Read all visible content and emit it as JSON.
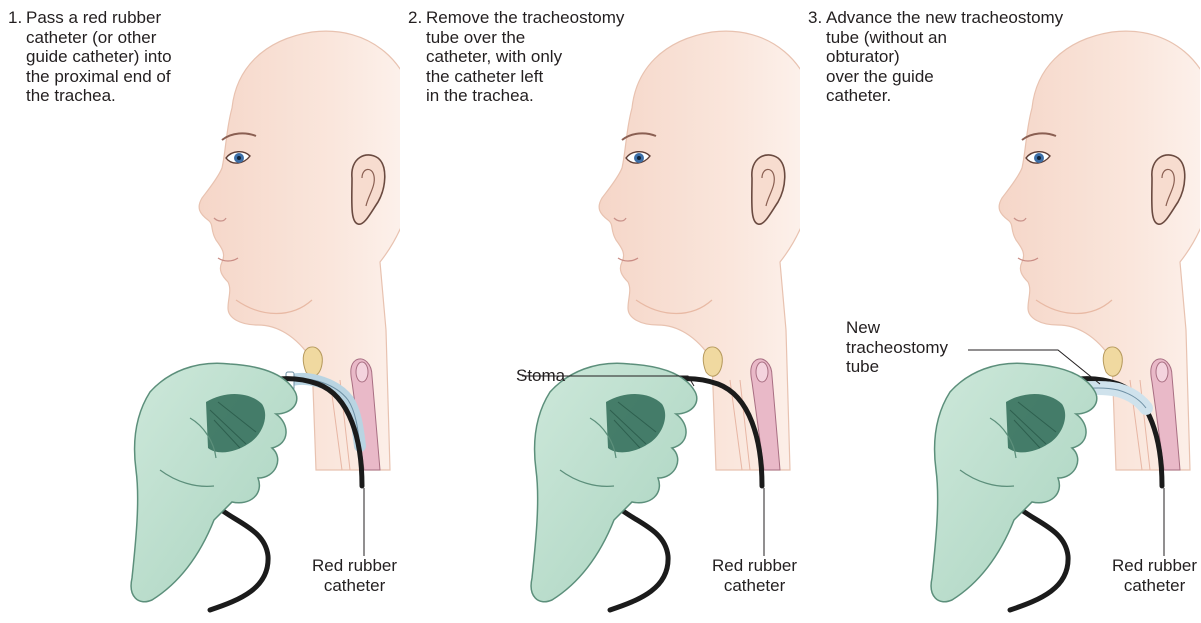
{
  "steps": [
    {
      "number": "1.",
      "lines": [
        "Pass a red rubber",
        "catheter (or other",
        "guide catheter) into",
        "the proximal end of",
        "the trachea."
      ],
      "callout": [
        "Red rubber",
        "catheter"
      ]
    },
    {
      "number": "2.",
      "lines": [
        "Remove the tracheostomy",
        "tube over the",
        "catheter, with only",
        "the catheter left",
        "in the trachea."
      ],
      "callout": [
        "Red rubber",
        "catheter"
      ],
      "extra_label": "Stoma"
    },
    {
      "number": "3.",
      "lines": [
        "Advance the new tracheostomy",
        "tube (without an",
        "obturator)",
        "over the guide",
        "catheter."
      ],
      "callout": [
        "Red rubber",
        "catheter"
      ],
      "extra_label": [
        "New",
        "tracheostomy",
        "tube"
      ]
    }
  ],
  "colors": {
    "skin": "#f7ddd0",
    "skin_shadow": "#efc9b8",
    "glove": "#bfe0cf",
    "glove_dark": "#2f6b57",
    "catheter": "#1b1b1b",
    "trachea": "#e9b9c8",
    "thyroid": "#f0d9a0",
    "eye": "#3d6fa8",
    "tube": "#cfe2ec"
  }
}
